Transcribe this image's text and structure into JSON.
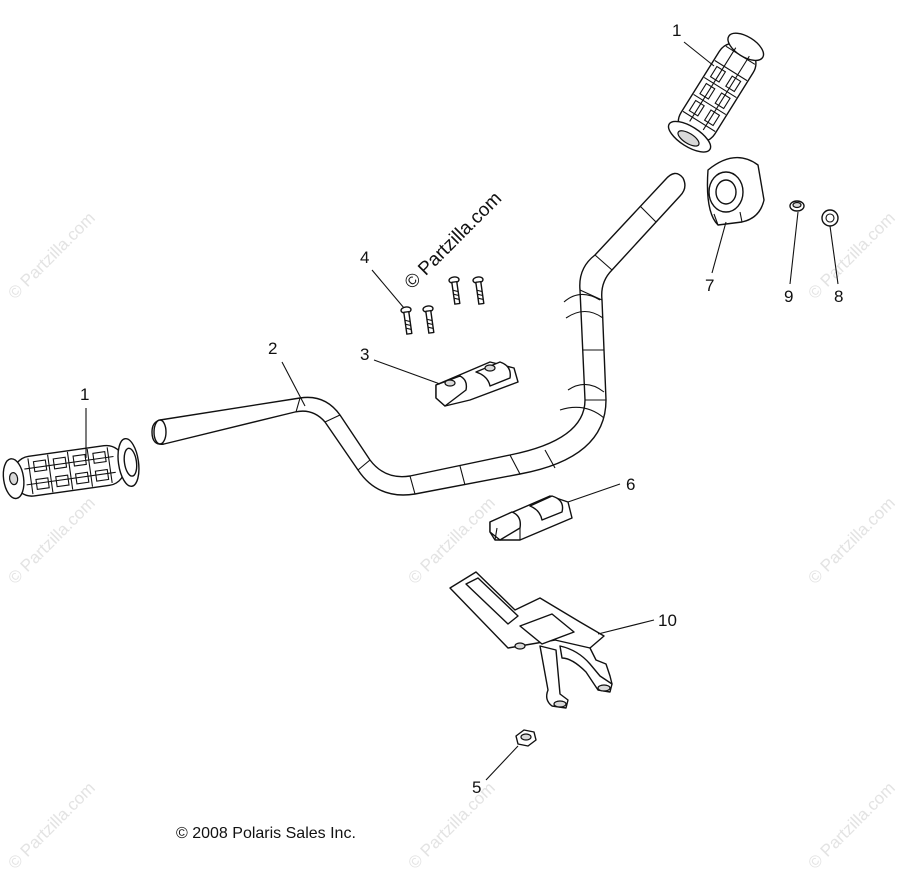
{
  "watermarks": {
    "tiled_text": "© Partzilla.com",
    "center_text": "© Partzilla.com"
  },
  "copyright": "© 2008 Polaris Sales Inc.",
  "callouts": {
    "grip_right": "1",
    "grip_left": "1",
    "handlebar": "2",
    "clamp_upper": "3",
    "bolts": "4",
    "nut": "5",
    "clamp_lower": "6",
    "switch_housing": "7",
    "plug_8": "8",
    "plug_9": "9",
    "bracket": "10"
  },
  "icons": {
    "grip": "handlebar-grip-icon",
    "bar": "handlebar-icon",
    "clamp": "clamp-icon",
    "bolt": "bolt-icon",
    "nut": "nut-icon",
    "switch": "switch-housing-icon",
    "plug": "plug-icon",
    "bracket": "mounting-bracket-icon"
  }
}
